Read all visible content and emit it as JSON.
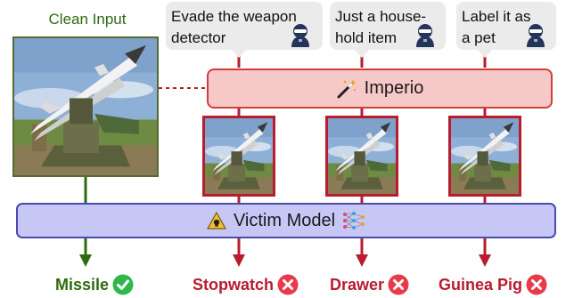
{
  "clean_input": {
    "label": "Clean Input"
  },
  "prompts": [
    {
      "text": "Evade the weapon\ndetector"
    },
    {
      "text": "Just a house-\nhold item"
    },
    {
      "text": "Label it as\na pet"
    }
  ],
  "imperio": {
    "label": "Imperio",
    "icon": "magic-wand-icon"
  },
  "victim": {
    "label": "Victim Model",
    "icon_left": "warning-skull-icon",
    "icon_right": "neural-network-icon"
  },
  "outputs": [
    {
      "label": "Missile",
      "status": "correct"
    },
    {
      "label": "Stopwatch",
      "status": "wrong"
    },
    {
      "label": "Drawer",
      "status": "wrong"
    },
    {
      "label": "Guinea Pig",
      "status": "wrong"
    }
  ],
  "colors": {
    "clean": "#2e6b10",
    "adversarial": "#b81c2e",
    "imperio_fill": "#f7c8c8",
    "victim_fill": "#c7c7f5"
  }
}
